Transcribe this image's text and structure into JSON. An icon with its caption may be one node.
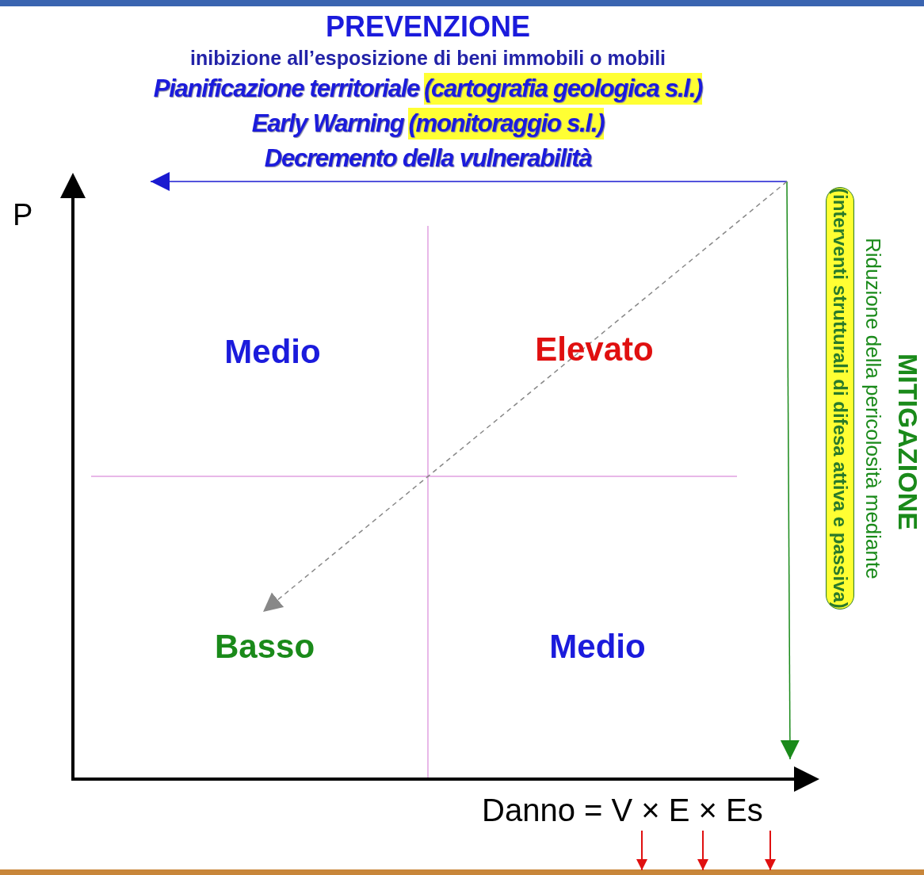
{
  "diagram": {
    "labels": [
      "PREVENZIONE",
      "inibizione all’esposizione di beni immobili o mobili",
      "Pianificazione territoriale",
      "(cartografia geologica s.l.)",
      "Early Warning",
      "(monitoraggio s.l.)",
      "Decremento della vulnerabilità",
      "P",
      "Medio",
      "Elevato",
      "Basso",
      "Medio",
      "Danno = V × E × Es",
      "(interventi strutturali di difesa attiva e passiva)",
      "Riduzione della pericolosità mediante",
      "MITIGAZIONE"
    ]
  }
}
